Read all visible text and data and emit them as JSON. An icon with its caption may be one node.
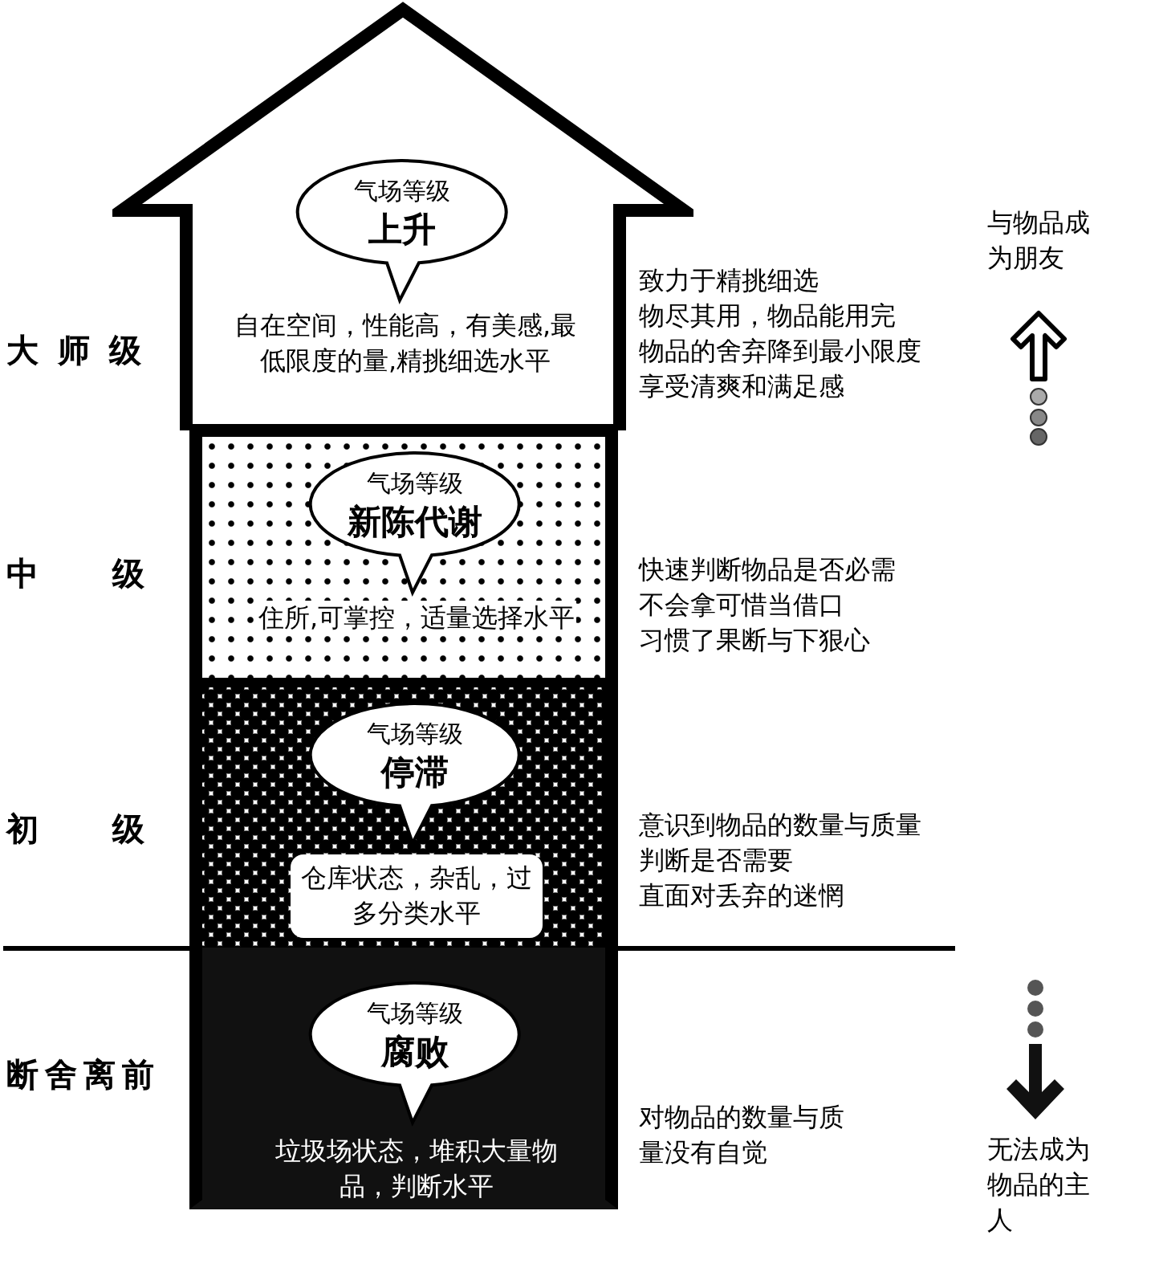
{
  "diagram": {
    "nodes": [
      {
        "text": [
          "自在空间，性能高，有美感,最低限度的量,精挑细选水平"
        ]
      },
      {
        "text": [
          "气场等级",
          "上升"
        ],
        "in": 0
      },
      {
        "text": [
          "住所,可掌控，适量选择水平"
        ]
      },
      {
        "text": [
          "气场等级",
          "新陈代谢"
        ],
        "in": 2
      },
      {
        "text": [
          "仓库状态，杂乱，过多分类水平"
        ]
      },
      {
        "text": [
          "气场等级",
          "停滞"
        ],
        "in": 4
      },
      {
        "text": [
          "垃圾场状态，堆积大量物品，判断水平"
        ]
      },
      {
        "text": [
          "气场等级",
          "腐败"
        ],
        "in": 6
      }
    ],
    "edges": [],
    "labels": [
      "与物品成为朋友",
      "大师级",
      "致力于精挑细选",
      "物尽其用，物品能用完",
      "物品的舍弃降到最小限度",
      "享受清爽和满足感",
      "中级",
      "快速判断物品是否必需",
      "不会拿可惜当借口",
      "习惯了果断与下狠心",
      "初级",
      "意识到物品的数量与质量",
      "判断是否需要",
      "直面对丢弃的迷惘",
      "断舍离前",
      "对物品的数量与质量没有自觉",
      "无法成为物品的主人"
    ]
  }
}
